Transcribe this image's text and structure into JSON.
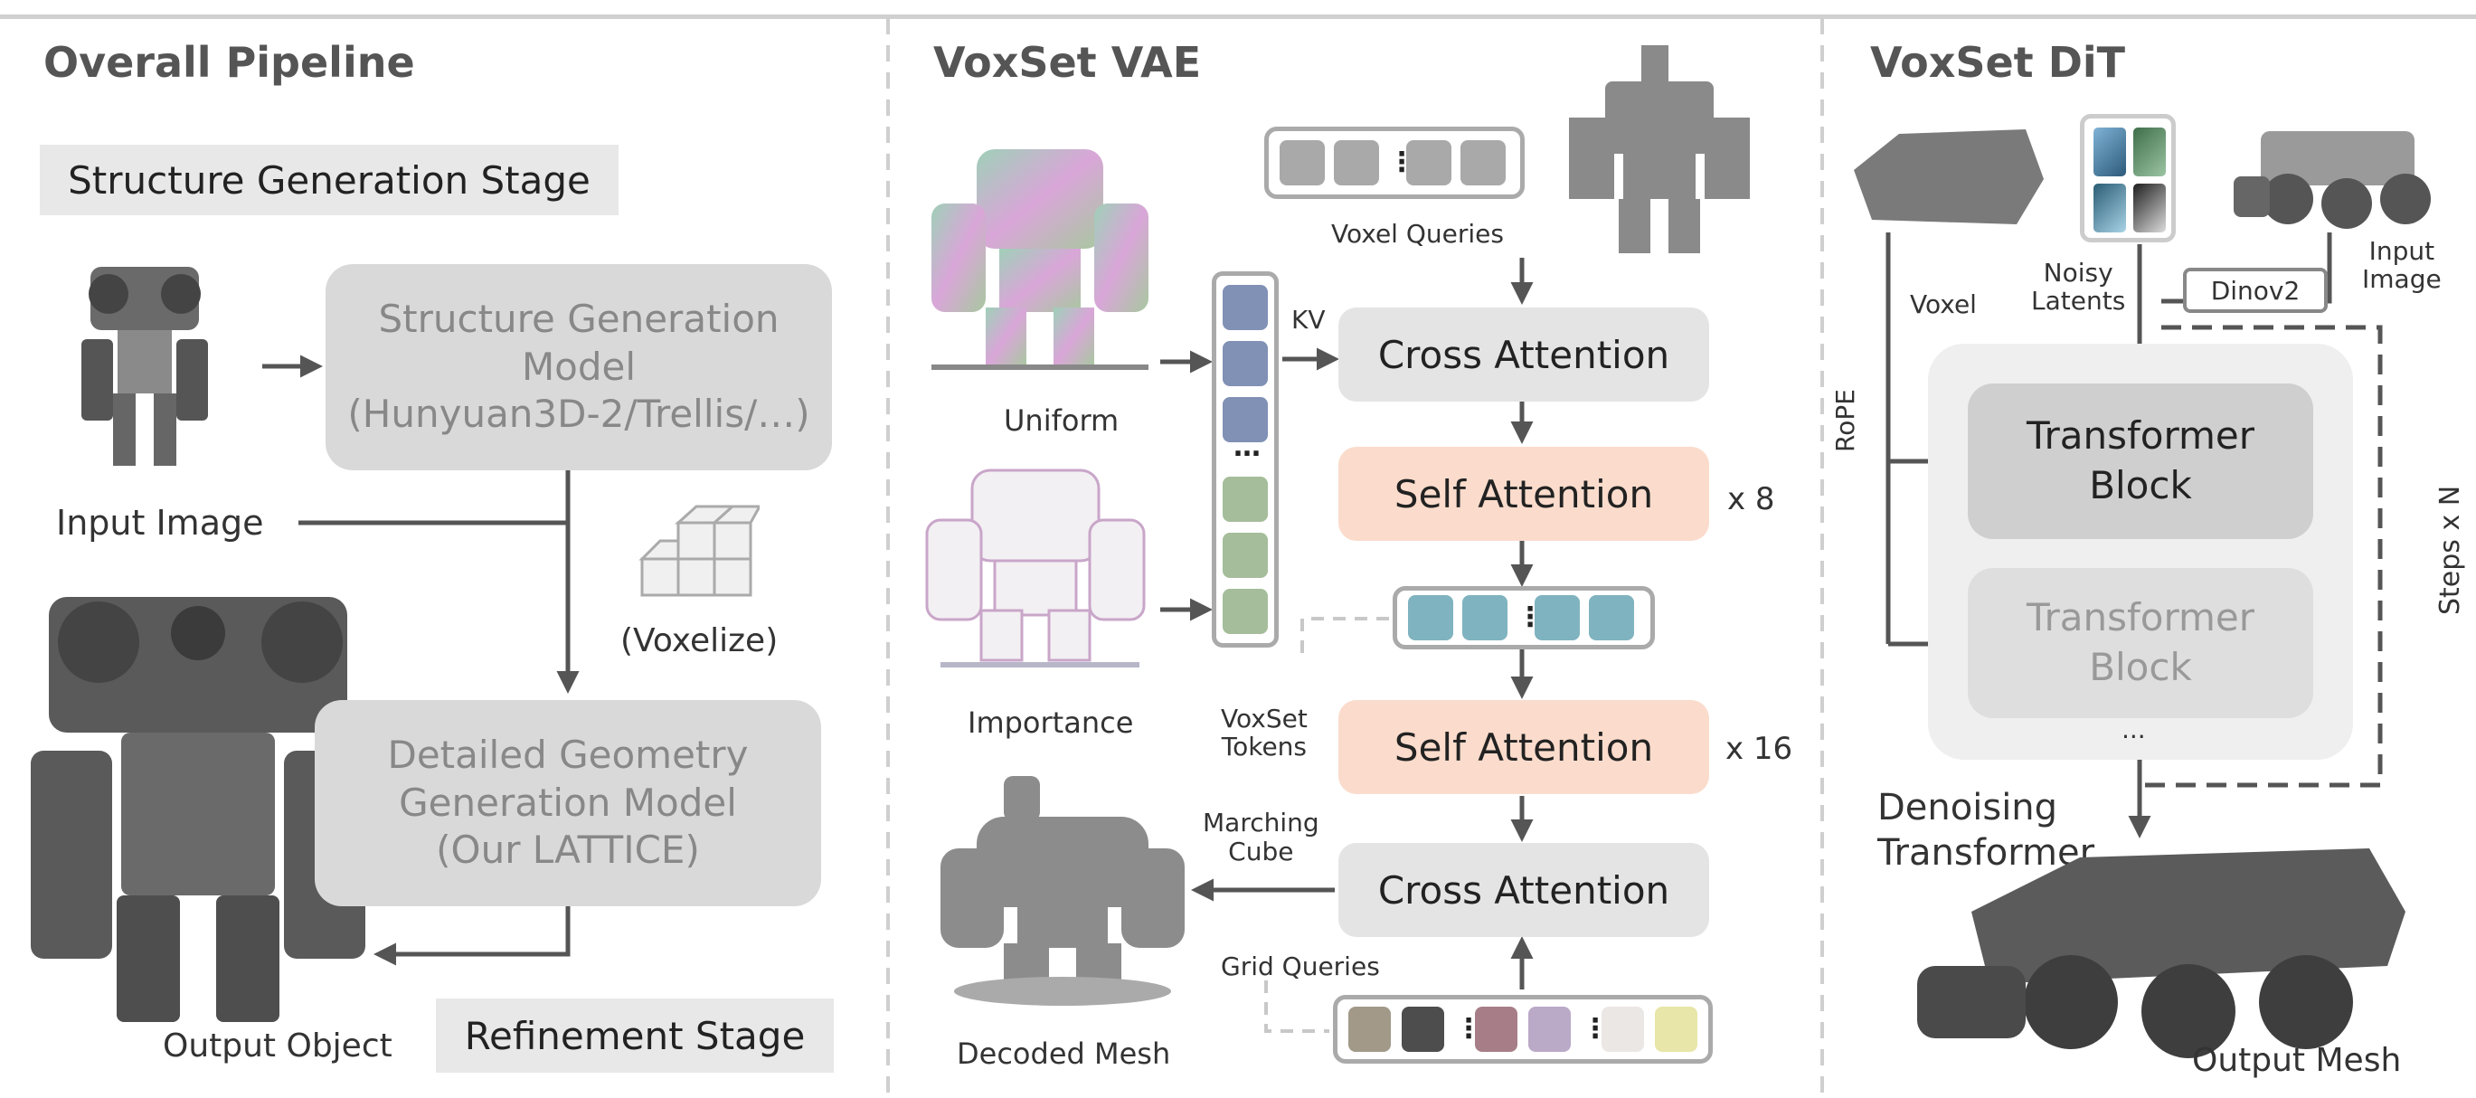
{
  "sections": {
    "pipeline": {
      "title": "Overall Pipeline",
      "structure_stage": "Structure Generation Stage",
      "structure_model": [
        "Structure Generation",
        "Model",
        "(Hunyuan3D-2/Trellis/…)"
      ],
      "input_label": "Input Image",
      "voxelize_label": "(Voxelize)",
      "detail_model": [
        "Detailed Geometry",
        "Generation Model",
        "(Our LATTICE)"
      ],
      "output_label": "Output Object",
      "refinement_stage": "Refinement Stage"
    },
    "vae": {
      "title": "VoxSet VAE",
      "voxel_queries": "Voxel Queries",
      "uniform": "Uniform",
      "importance": "Importance",
      "kv": "KV",
      "ellipsis": "…",
      "cross_attention_1": "Cross Attention",
      "self_attention_1": "Self Attention",
      "x8": "x 8",
      "voxset_tokens": [
        "VoxSet",
        "Tokens"
      ],
      "self_attention_2": "Self Attention",
      "x16": "x 16",
      "marching_cube": [
        "Marching",
        "Cube"
      ],
      "cross_attention_2": "Cross Attention",
      "grid_queries": "Grid Queries",
      "decoded_mesh": "Decoded Mesh"
    },
    "dit": {
      "title": "VoxSet DiT",
      "voxel": "Voxel",
      "noisy_latents": [
        "Noisy",
        "Latents"
      ],
      "dinov2": "Dinov2",
      "input_image": [
        "Input",
        "Image"
      ],
      "rope": "RoPE",
      "block1": [
        "Transformer",
        "Block"
      ],
      "block2": [
        "Transformer",
        "Block"
      ],
      "ellipsis": "...",
      "steps": "Steps x N",
      "denoising": [
        "Denoising",
        "Transformer"
      ],
      "output_mesh": "Output Mesh"
    }
  },
  "colors": {
    "query_token": "#a9a9a9",
    "kv_blue": "#8190b5",
    "kv_green": "#a5bd9b",
    "voxset_token": "#7fb3bf",
    "grid_tokens": [
      "#a29989",
      "#4d4d4d",
      "#a77e88",
      "#bba9c8",
      "#ebe7e4",
      "#e8e6a8"
    ],
    "peach": "#fbdccc",
    "gray_box": "#e4e4e4"
  }
}
